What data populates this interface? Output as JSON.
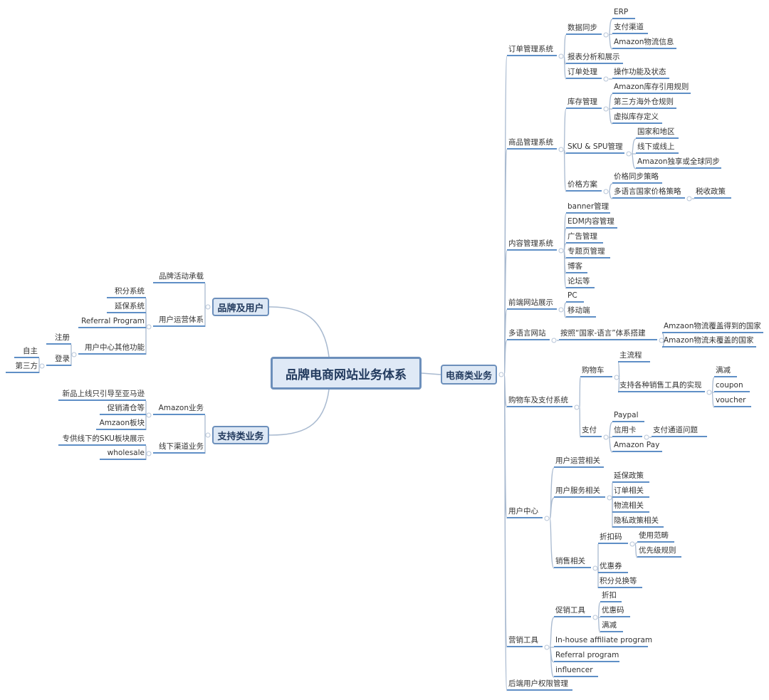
{
  "title": "品牌电商网站业务体系",
  "colors": {
    "line": "#a9bad0",
    "underline": "#5f8fc6",
    "box_fill": "#dde8f5",
    "box_border": "#6c8fbb"
  },
  "right": {
    "label": "电商类业务",
    "children": [
      {
        "label": "订单管理系统",
        "children": [
          {
            "label": "数据同步",
            "children": [
              {
                "label": "ERP"
              },
              {
                "label": "支付渠道"
              },
              {
                "label": "Amazon物流信息"
              }
            ]
          },
          {
            "label": "报表分析和展示"
          },
          {
            "label": "订单处理",
            "children": [
              {
                "label": "操作功能及状态"
              }
            ]
          }
        ]
      },
      {
        "label": "商品管理系统",
        "children": [
          {
            "label": "库存管理",
            "children": [
              {
                "label": "Amazon库存引用规则"
              },
              {
                "label": "第三方海外仓规则"
              },
              {
                "label": "虚拟库存定义"
              }
            ]
          },
          {
            "label": "SKU & SPU管理",
            "children": [
              {
                "label": "国家和地区"
              },
              {
                "label": "线下或线上"
              },
              {
                "label": "Amazon独享或全球同步"
              }
            ]
          },
          {
            "label": "价格方案",
            "children": [
              {
                "label": "价格同步策略"
              },
              {
                "label": "多语言国家价格策略",
                "children": [
                  {
                    "label": "税收政策"
                  }
                ]
              }
            ]
          }
        ]
      },
      {
        "label": "内容管理系统",
        "children": [
          {
            "label": "banner管理"
          },
          {
            "label": "EDM内容管理"
          },
          {
            "label": "广告管理"
          },
          {
            "label": "专题页管理"
          },
          {
            "label": "博客"
          },
          {
            "label": "论坛等"
          }
        ]
      },
      {
        "label": "前端网站展示",
        "children": [
          {
            "label": "PC"
          },
          {
            "label": "移动端"
          }
        ]
      },
      {
        "label": "多语言网站",
        "children": [
          {
            "label": "按照“国家-语言”体系搭建",
            "children": [
              {
                "label": "Amzaon物流覆盖得到的国家"
              },
              {
                "label": "Amazon物流未覆盖的国家"
              }
            ]
          }
        ]
      },
      {
        "label": "购物车及支付系统",
        "children": [
          {
            "label": "购物车",
            "children": [
              {
                "label": "主流程"
              },
              {
                "label": "支持各种销售工具的实现",
                "children": [
                  {
                    "label": "满减"
                  },
                  {
                    "label": "coupon"
                  },
                  {
                    "label": "voucher"
                  }
                ]
              }
            ]
          },
          {
            "label": "支付",
            "children": [
              {
                "label": "Paypal"
              },
              {
                "label": "信用卡",
                "children": [
                  {
                    "label": "支付通道问题"
                  }
                ]
              },
              {
                "label": "Amazon Pay"
              }
            ]
          }
        ]
      },
      {
        "label": "用户中心",
        "children": [
          {
            "label": "用户运营相关"
          },
          {
            "label": "用户服务相关",
            "children": [
              {
                "label": "延保政策"
              },
              {
                "label": "订单相关"
              },
              {
                "label": "物流相关"
              },
              {
                "label": "隐私政策相关"
              }
            ]
          },
          {
            "label": "销售相关",
            "children": [
              {
                "label": "折扣码",
                "children": [
                  {
                    "label": "使用范畴"
                  },
                  {
                    "label": "优先级规则"
                  }
                ]
              },
              {
                "label": "优惠券"
              },
              {
                "label": "积分兑换等"
              }
            ]
          }
        ]
      },
      {
        "label": "营销工具",
        "children": [
          {
            "label": "促销工具",
            "children": [
              {
                "label": "折扣"
              },
              {
                "label": "优惠码"
              },
              {
                "label": "满减"
              }
            ]
          },
          {
            "label": "In-house affiliate program"
          },
          {
            "label": "Referral program"
          },
          {
            "label": "influencer"
          }
        ]
      },
      {
        "label": "后端用户权限管理"
      }
    ]
  },
  "left": [
    {
      "label": "品牌及用户",
      "children": [
        {
          "label": "品牌活动承载"
        },
        {
          "label": "用户运营体系",
          "children": [
            {
              "label": "积分系统"
            },
            {
              "label": "延保系统"
            },
            {
              "label": "Referral Program"
            },
            {
              "label": "用户中心其他功能",
              "children": [
                {
                  "label": "注册"
                },
                {
                  "label": "登录",
                  "children": [
                    {
                      "label": "自主"
                    },
                    {
                      "label": "第三方"
                    }
                  ]
                }
              ]
            }
          ]
        }
      ]
    },
    {
      "label": "支持类业务",
      "children": [
        {
          "label": "Amazon业务",
          "children": [
            {
              "label": "新品上线只引导至亚马逊"
            },
            {
              "label": "促销清仓等"
            },
            {
              "label": "Amzaon板块"
            }
          ]
        },
        {
          "label": "线下渠道业务",
          "children": [
            {
              "label": "专供线下的SKU板块展示"
            },
            {
              "label": "wholesale"
            }
          ]
        }
      ]
    }
  ]
}
